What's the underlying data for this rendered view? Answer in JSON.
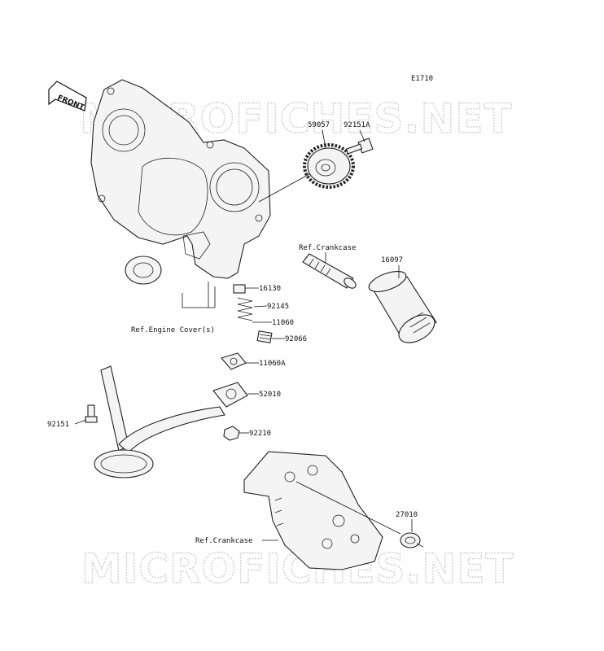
{
  "diagram": {
    "code": "E1710",
    "front_label": "FRONT",
    "watermark": "MICROFICHES.NET",
    "part_numbers": {
      "p59057": "59057",
      "p92151A": "92151A",
      "p16097": "16097",
      "p16130": "16130",
      "p92145": "92145",
      "p11060": "11060",
      "p92066": "92066",
      "p11060A": "11060A",
      "p52010": "52010",
      "p92151": "92151",
      "p92210": "92210",
      "p27010": "27010"
    },
    "references": {
      "crankcase_top": "Ref.Crankcase",
      "engine_cover": "Ref.Engine Cover(s)",
      "crankcase_bottom": "Ref.Crankcase"
    }
  }
}
